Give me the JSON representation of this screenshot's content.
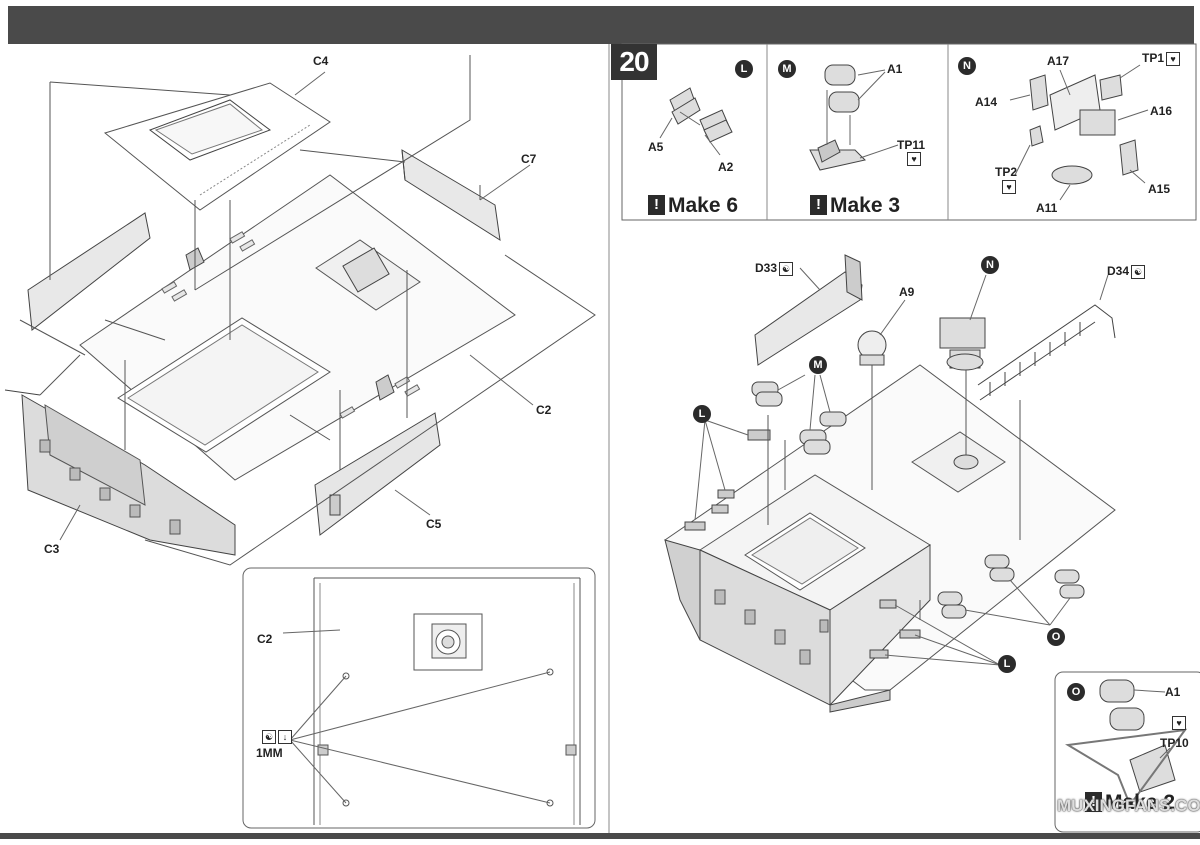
{
  "step_number": "20",
  "left_panel": {
    "labels": {
      "c4": "C4",
      "c7": "C7",
      "c2": "C2",
      "c3": "C3",
      "c5": "C5"
    },
    "detail": {
      "c2": "C2",
      "thickness": "1MM"
    }
  },
  "subassemblies": {
    "l": {
      "marker": "L",
      "parts": [
        "A5",
        "A2"
      ],
      "make": "Make 6"
    },
    "m": {
      "marker": "M",
      "parts": [
        "A1",
        "TP11"
      ],
      "make": "Make 3"
    },
    "n": {
      "marker": "N",
      "parts": [
        "A17",
        "TP1",
        "A14",
        "A16",
        "TP2",
        "A11",
        "A15"
      ]
    },
    "o": {
      "marker": "O",
      "parts": [
        "A1",
        "TP10"
      ],
      "make": "Make 2"
    }
  },
  "right_main": {
    "labels": {
      "d33": "D33",
      "a9": "A9",
      "n": "N",
      "d34": "D34",
      "m": "M",
      "l1": "L",
      "o": "O",
      "l2": "L"
    }
  },
  "watermark": "MUXINGFANS.COM"
}
